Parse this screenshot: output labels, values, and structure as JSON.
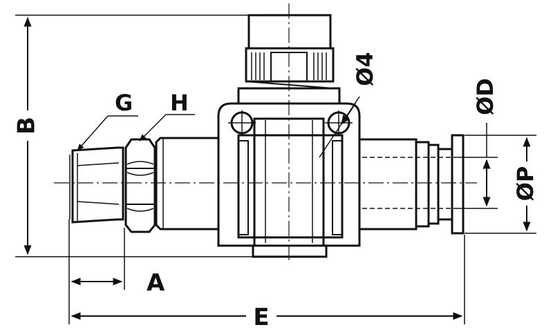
{
  "labels": {
    "g": "G",
    "h": "H",
    "a": "A",
    "b": "B",
    "e": "E",
    "phi4": "Ø4",
    "phiD": "ØD",
    "phiP": "ØP"
  },
  "colors": {
    "ink": "#111111",
    "background": "#ffffff"
  }
}
